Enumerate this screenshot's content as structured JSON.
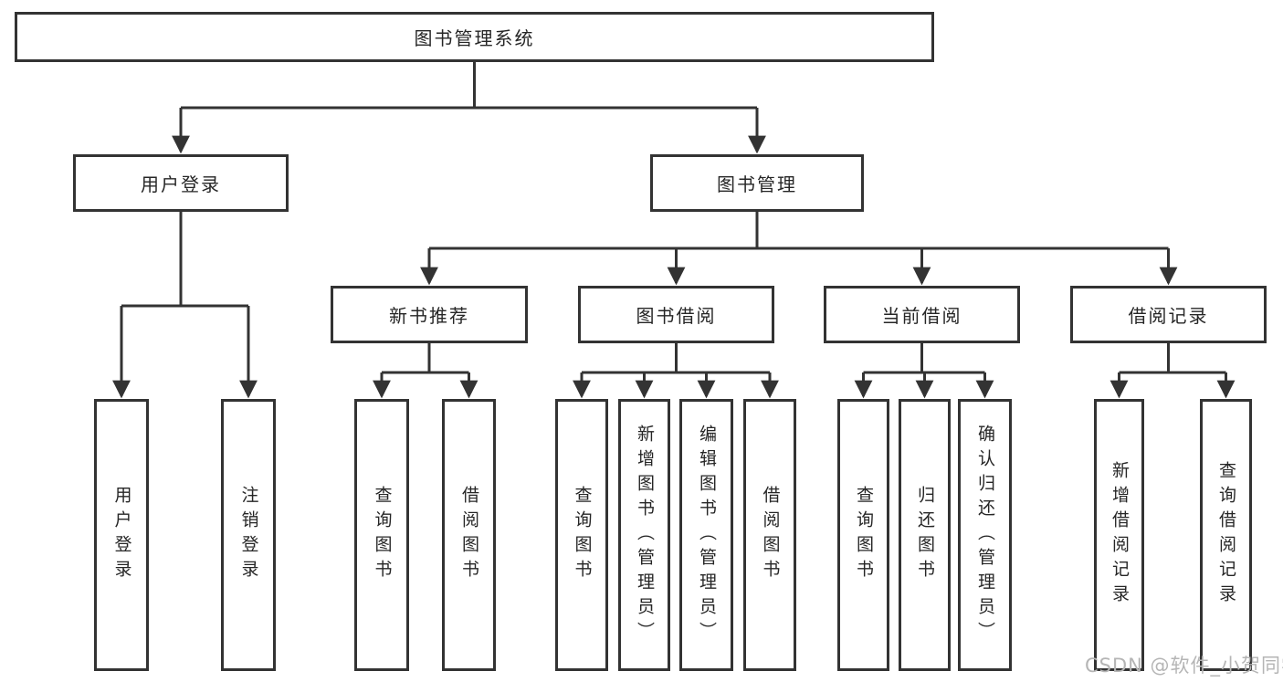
{
  "diagram": {
    "root": {
      "label": "图书管理系统"
    },
    "children": [
      {
        "label": "用户登录",
        "children": [
          {
            "label": "用户登录"
          },
          {
            "label": "注销登录"
          }
        ]
      },
      {
        "label": "图书管理",
        "children": [
          {
            "label": "新书推荐",
            "children": [
              {
                "label": "查询图书"
              },
              {
                "label": "借阅图书"
              }
            ]
          },
          {
            "label": "图书借阅",
            "children": [
              {
                "label": "查询图书"
              },
              {
                "label": "新增图书（管理员）"
              },
              {
                "label": "编辑图书（管理员）"
              },
              {
                "label": "借阅图书"
              }
            ]
          },
          {
            "label": "当前借阅",
            "children": [
              {
                "label": "查询图书"
              },
              {
                "label": "归还图书"
              },
              {
                "label": "确认归还（管理员）"
              }
            ]
          },
          {
            "label": "借阅记录",
            "children": [
              {
                "label": "新增借阅记录"
              },
              {
                "label": "查询借阅记录"
              }
            ]
          }
        ]
      }
    ]
  },
  "watermark": {
    "text": "CSDN @软件_小贺同学"
  },
  "colors": {
    "background": "#ffffff",
    "line": "#333333",
    "text": "#262626",
    "watermark": "#b5b5b5"
  }
}
